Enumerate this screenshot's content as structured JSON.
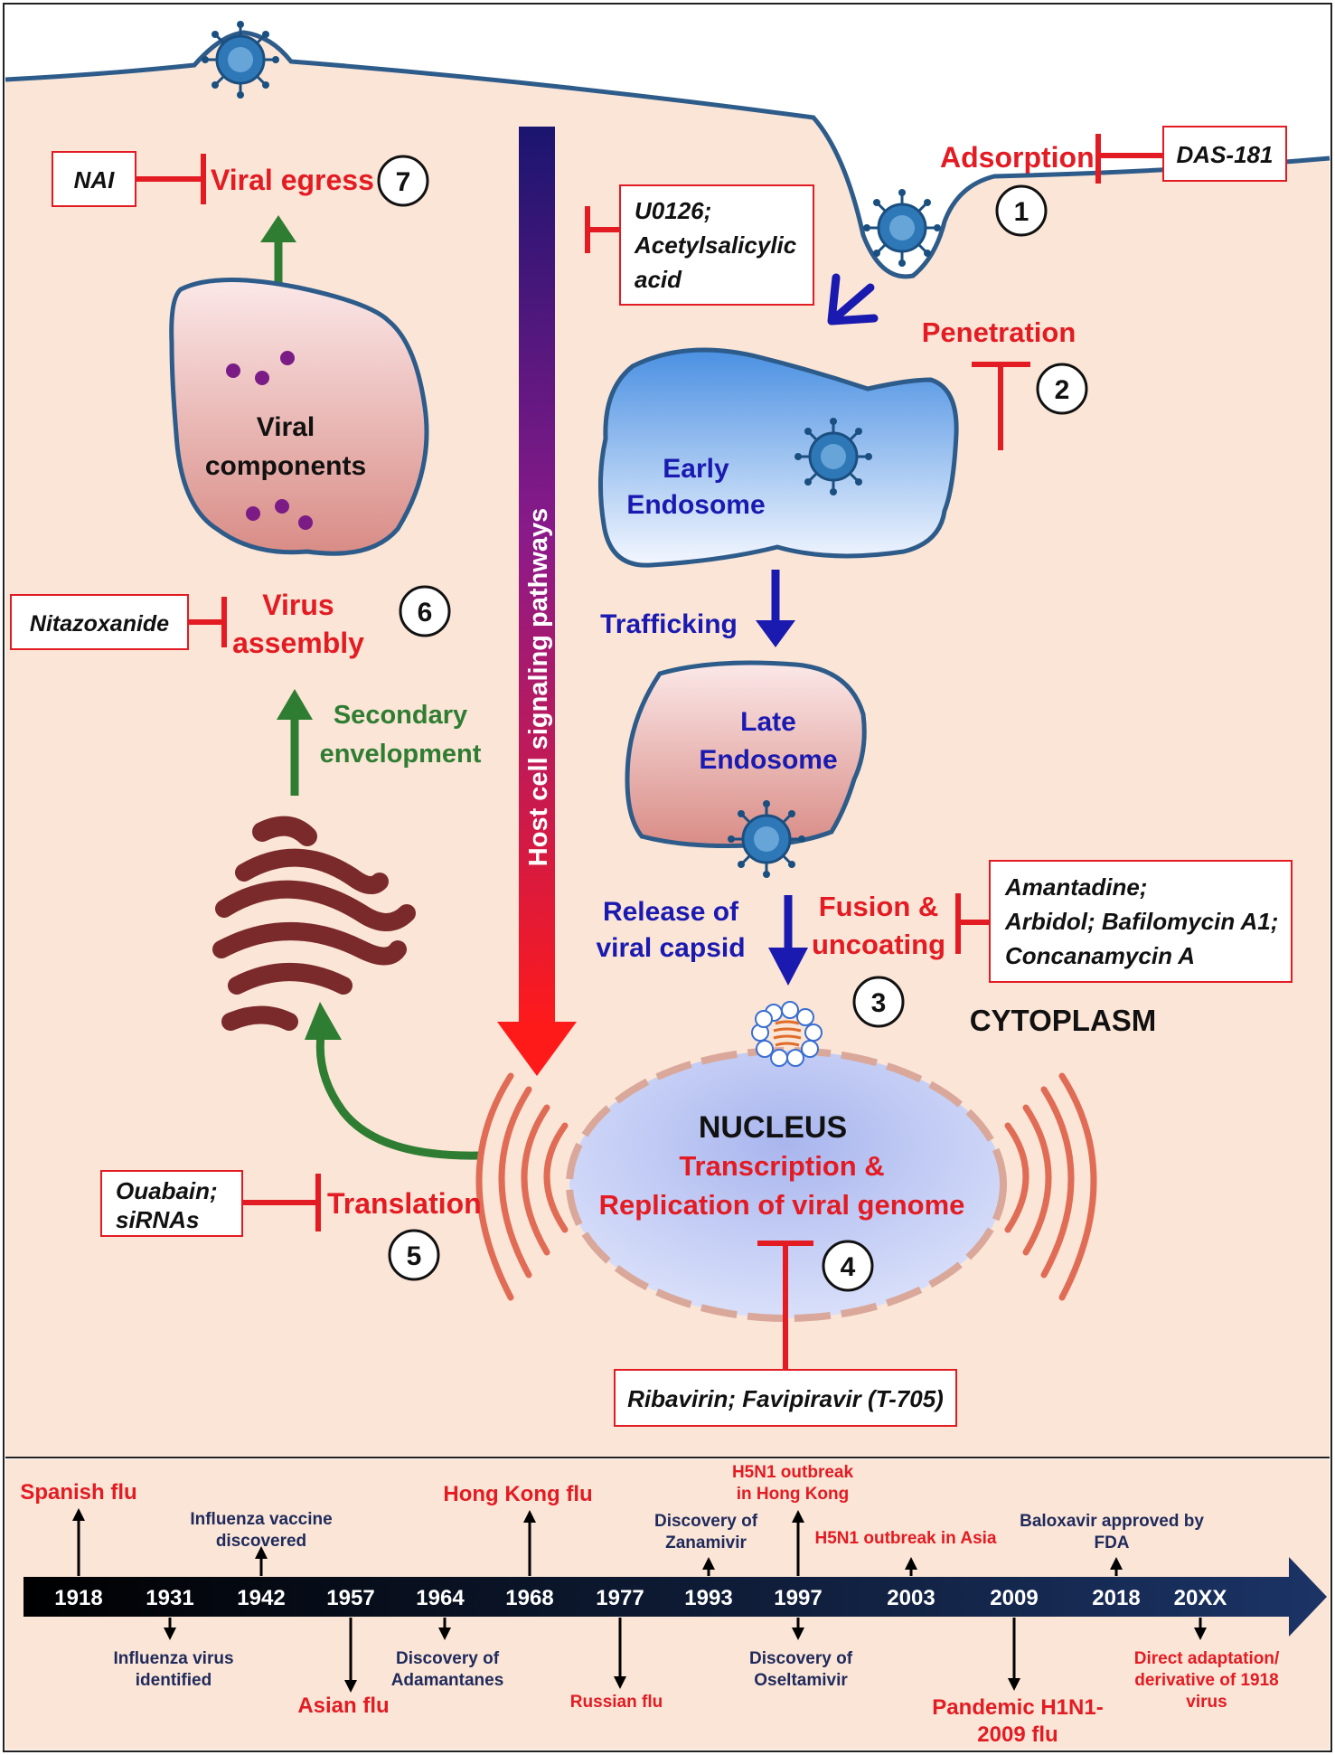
{
  "steps": {
    "s1": "1",
    "s2": "2",
    "s3": "3",
    "s4": "4",
    "s5": "5",
    "s6": "6",
    "s7": "7"
  },
  "labels": {
    "adsorption": "Adsorption",
    "penetration": "Penetration",
    "viral_egress": "Viral egress",
    "virus_assembly_1": "Virus",
    "virus_assembly_2": "assembly",
    "secondary_1": "Secondary",
    "secondary_2": "envelopment",
    "viral_components_1": "Viral",
    "viral_components_2": "components",
    "early_1": "Early",
    "early_2": "Endosome",
    "late_1": "Late",
    "late_2": "Endosome",
    "trafficking": "Trafficking",
    "release_1": "Release of",
    "release_2": "viral capsid",
    "fusion_1": "Fusion &",
    "fusion_2": "uncoating",
    "cytoplasm": "CYTOPLASM",
    "nucleus": "NUCLEUS",
    "transcription_1": "Transcription &",
    "transcription_2": "Replication of viral genome",
    "translation": "Translation",
    "host_signaling": "Host cell signaling pathways"
  },
  "drugs": {
    "das": "DAS-181",
    "nai": "NAI",
    "u0126_1": "U0126;",
    "u0126_2": "Acetylsalicylic",
    "u0126_3": "acid",
    "nitazoxanide": "Nitazoxanide",
    "amantadine_1": "Amantadine;",
    "amantadine_2": "Arbidol; Bafilomycin A1;",
    "amantadine_3": "Concanamycin A",
    "ouabain_1": "Ouabain;",
    "ouabain_2": "siRNAs",
    "ribavirin": "Ribavirin; Favipiravir (T-705)"
  },
  "timeline": {
    "years": [
      "1918",
      "1931",
      "1942",
      "1957",
      "1964",
      "1968",
      "1977",
      "1993",
      "1997",
      "2003",
      "2009",
      "2018",
      "20XX"
    ],
    "events": {
      "spanish": "Spanish flu",
      "vaccine_1": "Influenza vaccine",
      "vaccine_2": "discovered",
      "hongkong": "Hong Kong flu",
      "zanamivir_1": "Discovery of",
      "zanamivir_2": "Zanamivir",
      "h5n1hk_1": "H5N1 outbreak",
      "h5n1hk_2": "in Hong Kong",
      "h5n1asia": "H5N1 outbreak in Asia",
      "baloxavir_1": "Baloxavir approved by",
      "baloxavir_2": "FDA",
      "virusid_1": "Influenza virus",
      "virusid_2": "identified",
      "asian": "Asian flu",
      "adamantanes_1": "Discovery of",
      "adamantanes_2": "Adamantanes",
      "russian": "Russian flu",
      "oseltamivir_1": "Discovery of",
      "oseltamivir_2": "Oseltamivir",
      "pandemic_1": "Pandemic H1N1-",
      "pandemic_2": "2009 flu",
      "direct_1": "Direct adaptation/",
      "direct_2": "derivative of 1918",
      "direct_3": "virus"
    }
  },
  "colors": {
    "cell_bg": "#fbe5d6",
    "membrane": "#2d5b8a",
    "inhibitor_red": "#e31b23",
    "arrow_blue": "#1a1ab0",
    "arrow_green": "#2e7d32",
    "timeline_arrow": "#13224d"
  }
}
